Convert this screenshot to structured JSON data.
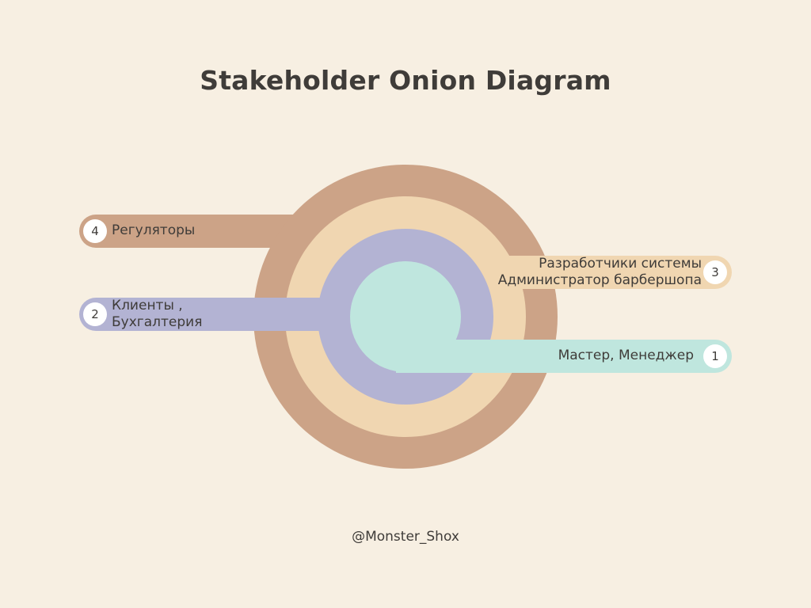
{
  "title": "Stakeholder Onion Diagram",
  "layers": [
    {
      "number": "1",
      "lines": [
        "Мастер, Менеджер"
      ],
      "color": "#bfe6de"
    },
    {
      "number": "2",
      "lines": [
        "Клиенты ,",
        "Бухгалтерия"
      ],
      "color": "#b3b3d3"
    },
    {
      "number": "3",
      "lines": [
        "Разработчики системы",
        "Администратор барбершопа"
      ],
      "color": "#f0d6b1"
    },
    {
      "number": "4",
      "lines": [
        "Регуляторы"
      ],
      "color": "#cca387"
    }
  ],
  "footer": "@Monster_Shox"
}
